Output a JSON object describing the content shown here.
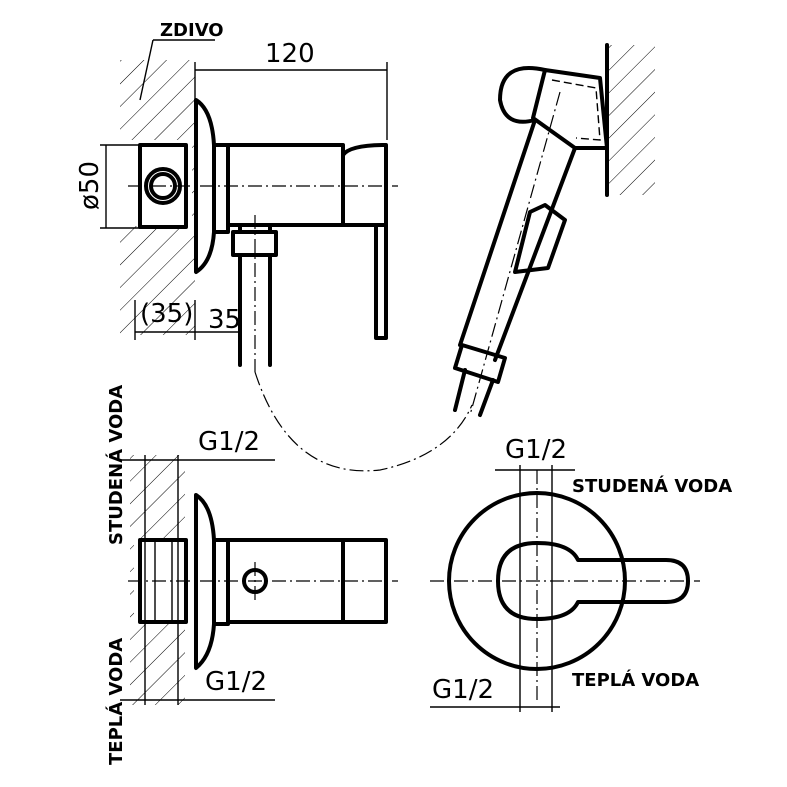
{
  "labels": {
    "wall": "ZDIVO",
    "width_dim": "120",
    "diameter_dim": "ø50",
    "depth_in_wall": "(35)",
    "outlet_offset": "35",
    "thread_top_left": "G1/2",
    "thread_bottom_left": "G1/2",
    "thread_top_right": "G1/2",
    "thread_bottom_right": "G1/2",
    "cold_water_left": "STUDENÁ VODA",
    "warm_water_left": "TEPLÁ VODA",
    "cold_water_right": "STUDENÁ VODA",
    "warm_water_right": "TEPLÁ VODA"
  }
}
